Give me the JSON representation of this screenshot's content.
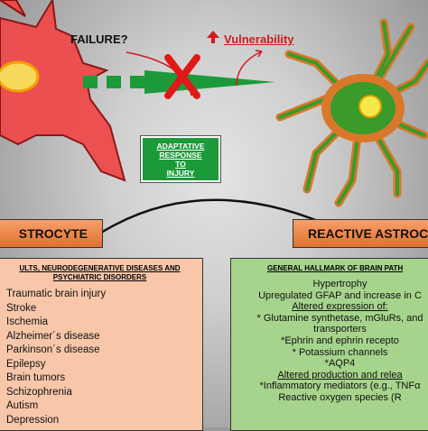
{
  "labels": {
    "failure": "FAILURE?",
    "vulnerability": "Vulnerability",
    "adaptive": "ADAPTATIVE\nRESPONSE\nTO\nINJURY",
    "left_header": "STROCYTE",
    "right_header": "REACTIVE ASTROCYT"
  },
  "left_panel": {
    "title": "ULTS, NEURODEGENERATIVE DISEASES AND\nPSYCHIATRIC DISORDERS",
    "items": [
      "Traumatic brain injury",
      "Stroke",
      "Ischemia",
      "Alzheimer´s disease",
      "Parkinson´s disease",
      "Epilepsy",
      "Brain tumors",
      "Schizophrenia",
      "Autism",
      "Depression"
    ]
  },
  "right_panel": {
    "title": "GENERAL HALLMARK OF BRAIN PATH",
    "items": [
      {
        "text": "Hypertrophy",
        "u": false
      },
      {
        "text": "Upregulated GFAP and increase in C",
        "u": false
      },
      {
        "text": "Altered expression of:",
        "u": true
      },
      {
        "text": "* Glutamine synthetase, mGluRs, and",
        "u": false
      },
      {
        "text": "transporters",
        "u": false
      },
      {
        "text": "*Ephrin and ephrin recepto",
        "u": false
      },
      {
        "text": "* Potassium channels",
        "u": false
      },
      {
        "text": "*AQP4",
        "u": false
      },
      {
        "text": "Altered production and relea",
        "u": true
      },
      {
        "text": "*Inflammatory mediators (e.g., TNFα",
        "u": false
      },
      {
        "text": "Reactive oxygen species (R",
        "u": false
      }
    ]
  },
  "colors": {
    "failing_cell": "#f04040",
    "reactive_cell_outer": "#d96a2a",
    "reactive_cell_inner": "#3a9a2a",
    "arrow": "#1c9a3a",
    "cross": "#e01818",
    "header": "#ef8448",
    "left_panel": "#f8c7aa",
    "right_panel": "#a6d48c"
  }
}
